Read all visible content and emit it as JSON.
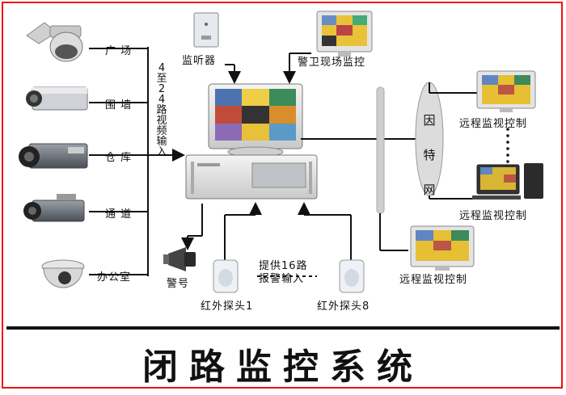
{
  "cameras": [
    {
      "icon": "ptz-dome-camera-icon",
      "label": "广  场"
    },
    {
      "icon": "box-camera-icon",
      "label": "围  墙"
    },
    {
      "icon": "box-camera-icon",
      "label": "仓  库"
    },
    {
      "icon": "box-camera-icon",
      "label": "通  道"
    },
    {
      "icon": "dome-camera-icon",
      "label": "办公室"
    }
  ],
  "video_input_label": "4至24路视频输入",
  "monitor_microphone": {
    "icon": "listening-device-icon",
    "label": "监听器"
  },
  "guard_monitor": {
    "icon": "monitor-icon",
    "label": "警卫现场监控"
  },
  "network_label": "因特网",
  "remote_controls": [
    {
      "icon": "monitor-icon",
      "label": "远程监视控制"
    },
    {
      "icon": "desktop-computer-icon",
      "label": "远程监视控制"
    },
    {
      "icon": "monitor-icon",
      "label": "远程监视控制"
    }
  ],
  "alarm": {
    "icon": "siren-icon",
    "label": "警号"
  },
  "sensors": [
    {
      "icon": "infrared-sensor-icon",
      "label": "红外探头1"
    },
    {
      "icon": "infrared-sensor-icon",
      "label": "红外探头8"
    }
  ],
  "alarm_input_label": [
    "提供16路",
    "报警输入"
  ],
  "title": "闭路监控系统",
  "colors": {
    "frame": "#e11111",
    "monitor_shell": "#e8e8e8",
    "screen_yellow": "#f0c020",
    "net_oval": "#d8d8d8"
  }
}
